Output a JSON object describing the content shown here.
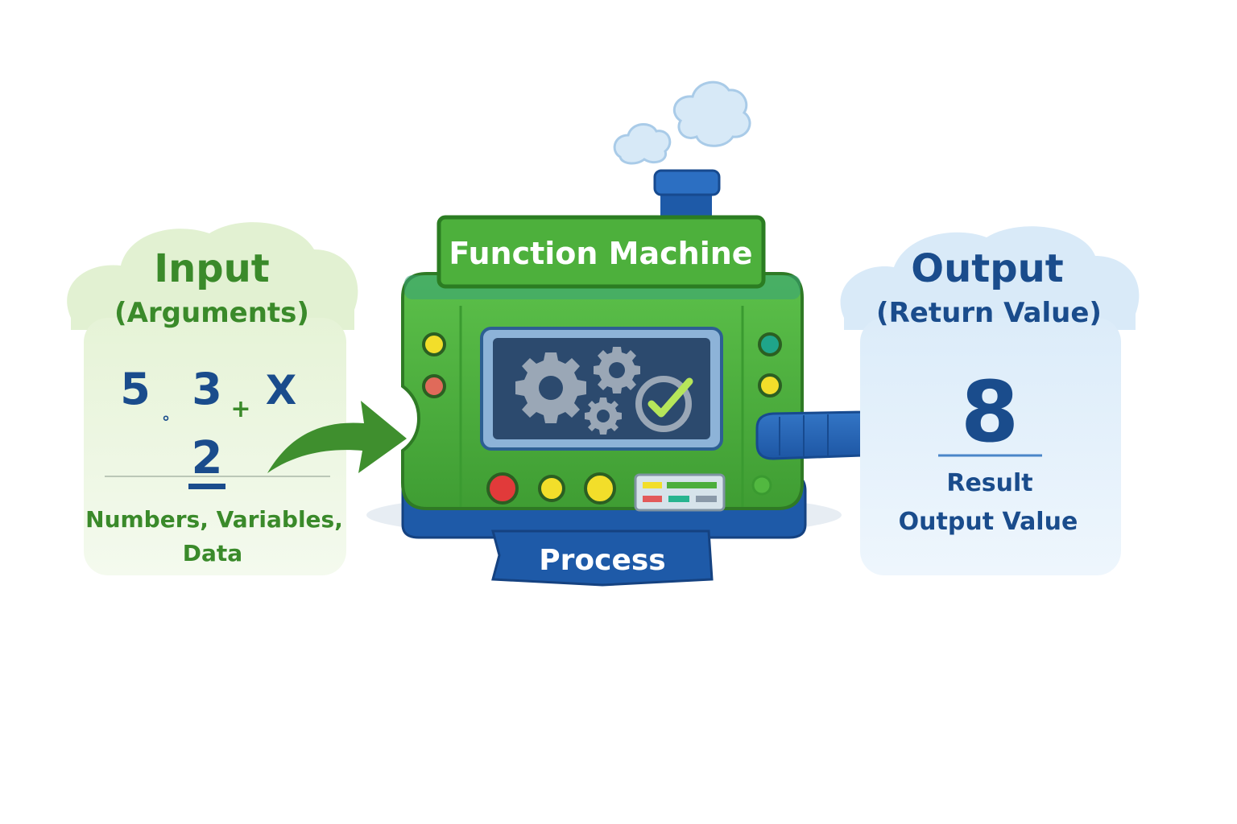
{
  "machine": {
    "title": "Function Machine",
    "base_label": "Process"
  },
  "input": {
    "heading": "Input",
    "subheading": "(Arguments)",
    "items": {
      "five": "5",
      "dot": "∘",
      "three": "3",
      "plus": "+",
      "x": "X",
      "two": "2"
    },
    "caption_line1": "Numbers, Variables,",
    "caption_line2": "Data"
  },
  "output": {
    "heading": "Output",
    "subheading": "(Return Value)",
    "value": "8",
    "caption_line1": "Result",
    "caption_line2": "Output Value"
  },
  "colors": {
    "green_text": "#3a8a2a",
    "blue_text": "#1a4c8c",
    "machine_green": "#4caf3a",
    "machine_dark_green": "#2f8a2a",
    "base_blue": "#1e5aa8",
    "input_panel": "#eef7e4",
    "output_panel": "#e8f2fb",
    "screen": "#2c4a6e",
    "arrow_green": "#3f8f2e",
    "arrow_blue": "#1f5fb0",
    "steam": "#d7e9f7"
  },
  "icons": {
    "gear": "gear-icon",
    "check": "checkmark-icon",
    "steam": "steam-cloud-icon"
  }
}
